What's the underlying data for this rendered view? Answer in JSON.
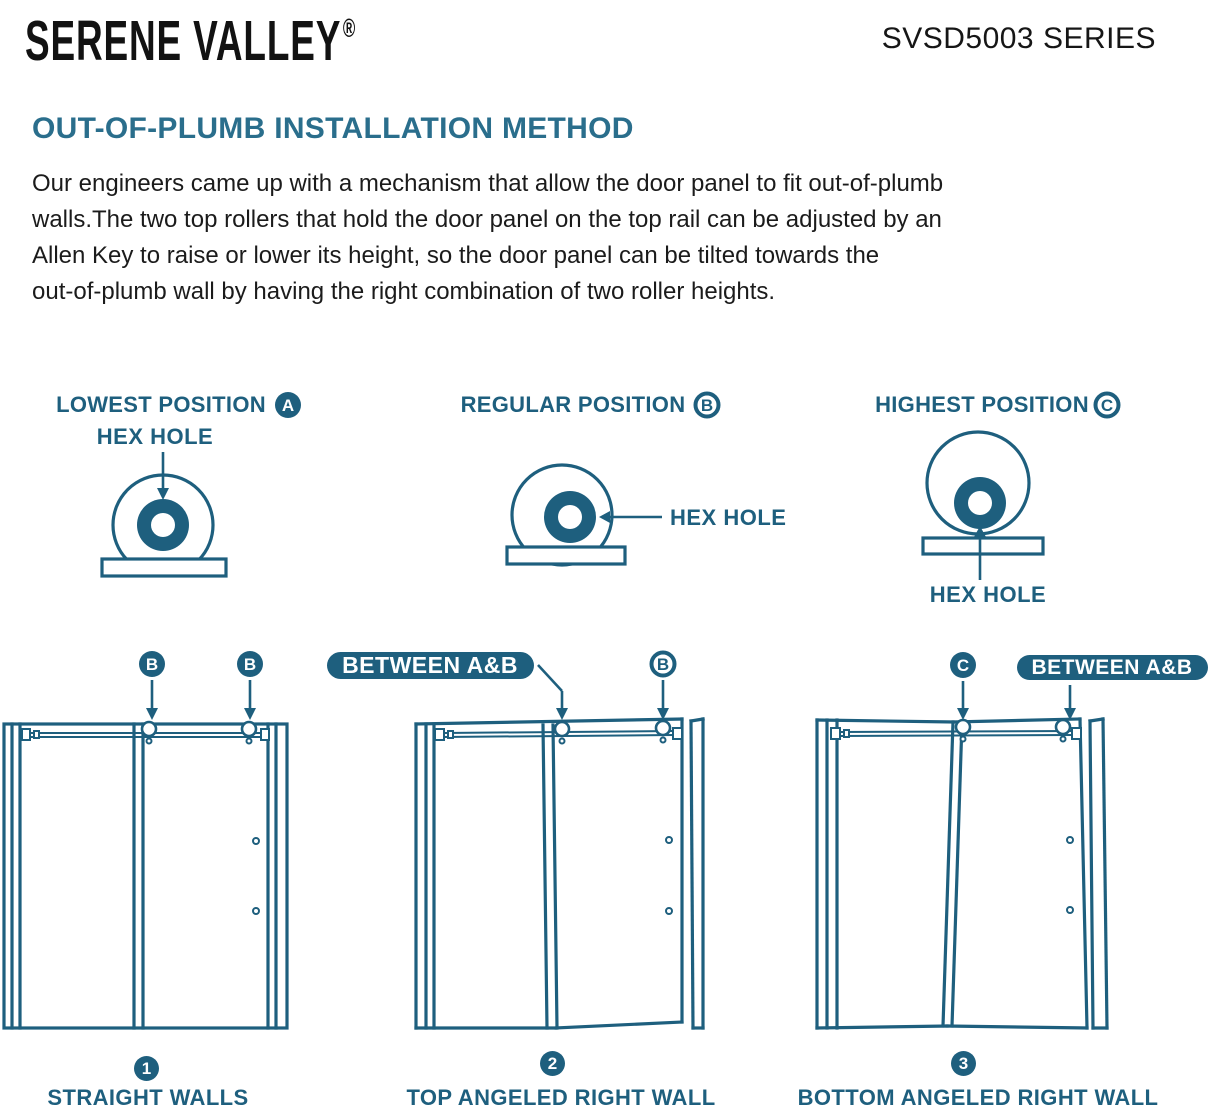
{
  "brand": {
    "logo": "SERENE VALLEY",
    "registered": "®",
    "series": "SVSD5003 SERIES"
  },
  "heading": {
    "title": "OUT-OF-PLUMB INSTALLATION METHOD"
  },
  "intro": {
    "lines": [
      "Our engineers came up with a mechanism that allow the door panel to fit out-of-plumb",
      "walls.The two top rollers that hold the door panel on the top rail can be adjusted by an",
      "Allen Key to raise or lower its height, so the door panel can be tilted towards the",
      "out-of-plumb wall by having the right combination of two roller heights."
    ]
  },
  "colors": {
    "diagram_teal": "#1e5f7e",
    "title_teal": "#2a6e8c",
    "body_text": "#1b1b1b"
  },
  "rollers": [
    {
      "title": "LOWEST POSITION",
      "badge": "A",
      "badge_style": "filled",
      "hex_label": "HEX HOLE",
      "hex_position": "top"
    },
    {
      "title": "REGULAR POSITION",
      "badge": "B",
      "badge_style": "outline",
      "hex_label": "HEX HOLE",
      "hex_position": "right"
    },
    {
      "title": "HIGHEST POSITION",
      "badge": "C",
      "badge_style": "outline",
      "hex_label": "HEX HOLE",
      "hex_position": "bottom"
    }
  ],
  "doors": [
    {
      "number": "1",
      "label": "STRAIGHT WALLS",
      "callout_left": "B",
      "callout_right": "B"
    },
    {
      "number": "2",
      "label": "TOP ANGELED RIGHT WALL",
      "callout_left": "BETWEEN A&B",
      "callout_right": "B"
    },
    {
      "number": "3",
      "label": "BOTTOM ANGELED RIGHT WALL",
      "callout_left": "C",
      "callout_right": "BETWEEN A&B"
    }
  ]
}
